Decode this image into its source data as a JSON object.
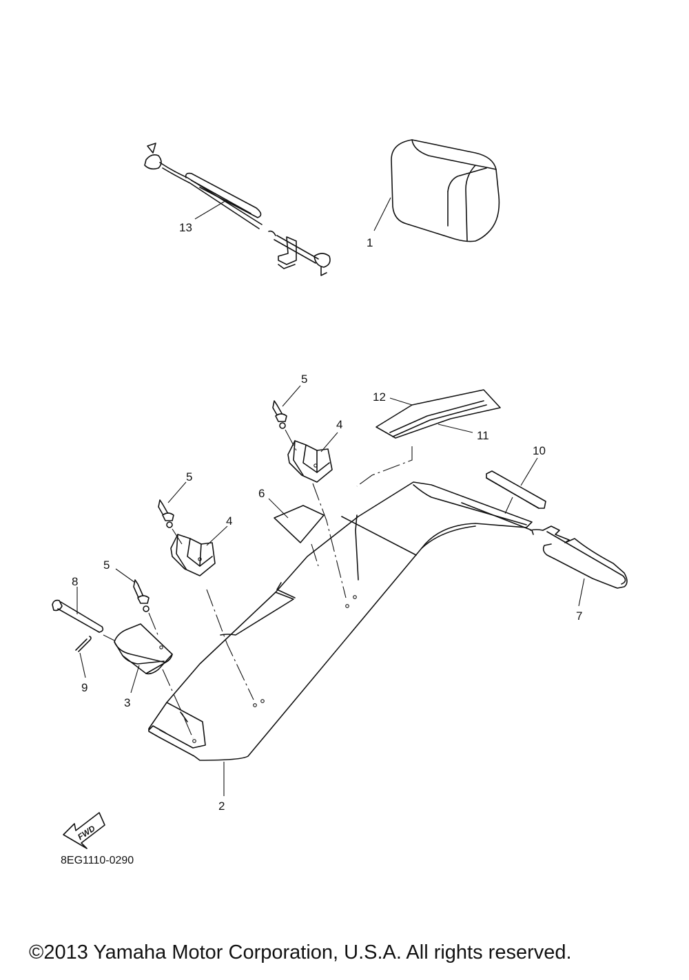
{
  "diagram_code": "8EG1110-0290",
  "fwd_label": "FWD",
  "copyright": "©2013 Yamaha Motor Corporation, U.S.A. All rights reserved.",
  "callouts": {
    "c1": "1",
    "c2": "2",
    "c3": "3",
    "c4a": "4",
    "c4b": "4",
    "c5a": "5",
    "c5b": "5",
    "c5c": "5",
    "c6": "6",
    "c7": "7",
    "c8": "8",
    "c9": "9",
    "c10": "10",
    "c11": "11",
    "c12": "12",
    "c13": "13"
  }
}
